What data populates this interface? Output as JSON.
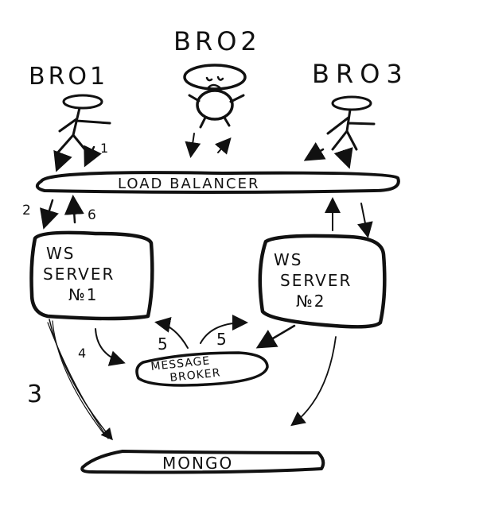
{
  "users": [
    {
      "label": "BRO1"
    },
    {
      "label": "BRO2"
    },
    {
      "label": "BRO3"
    }
  ],
  "nodes": {
    "load_balancer": "LOAD BALANCER",
    "ws_server_1": {
      "line1": "WS",
      "line2": "SERVER",
      "line3": "№1"
    },
    "ws_server_2": {
      "line1": "WS",
      "line2": "SERVER",
      "line3": "№2"
    },
    "message_broker": {
      "line1": "MESSAGE",
      "line2": "BROKER"
    },
    "mongo": "MONGO"
  },
  "step_labels": {
    "s1": "1",
    "s2": "2",
    "s3": "3",
    "s4": "4",
    "s5a": "5",
    "s5b": "5",
    "s6": "6"
  }
}
